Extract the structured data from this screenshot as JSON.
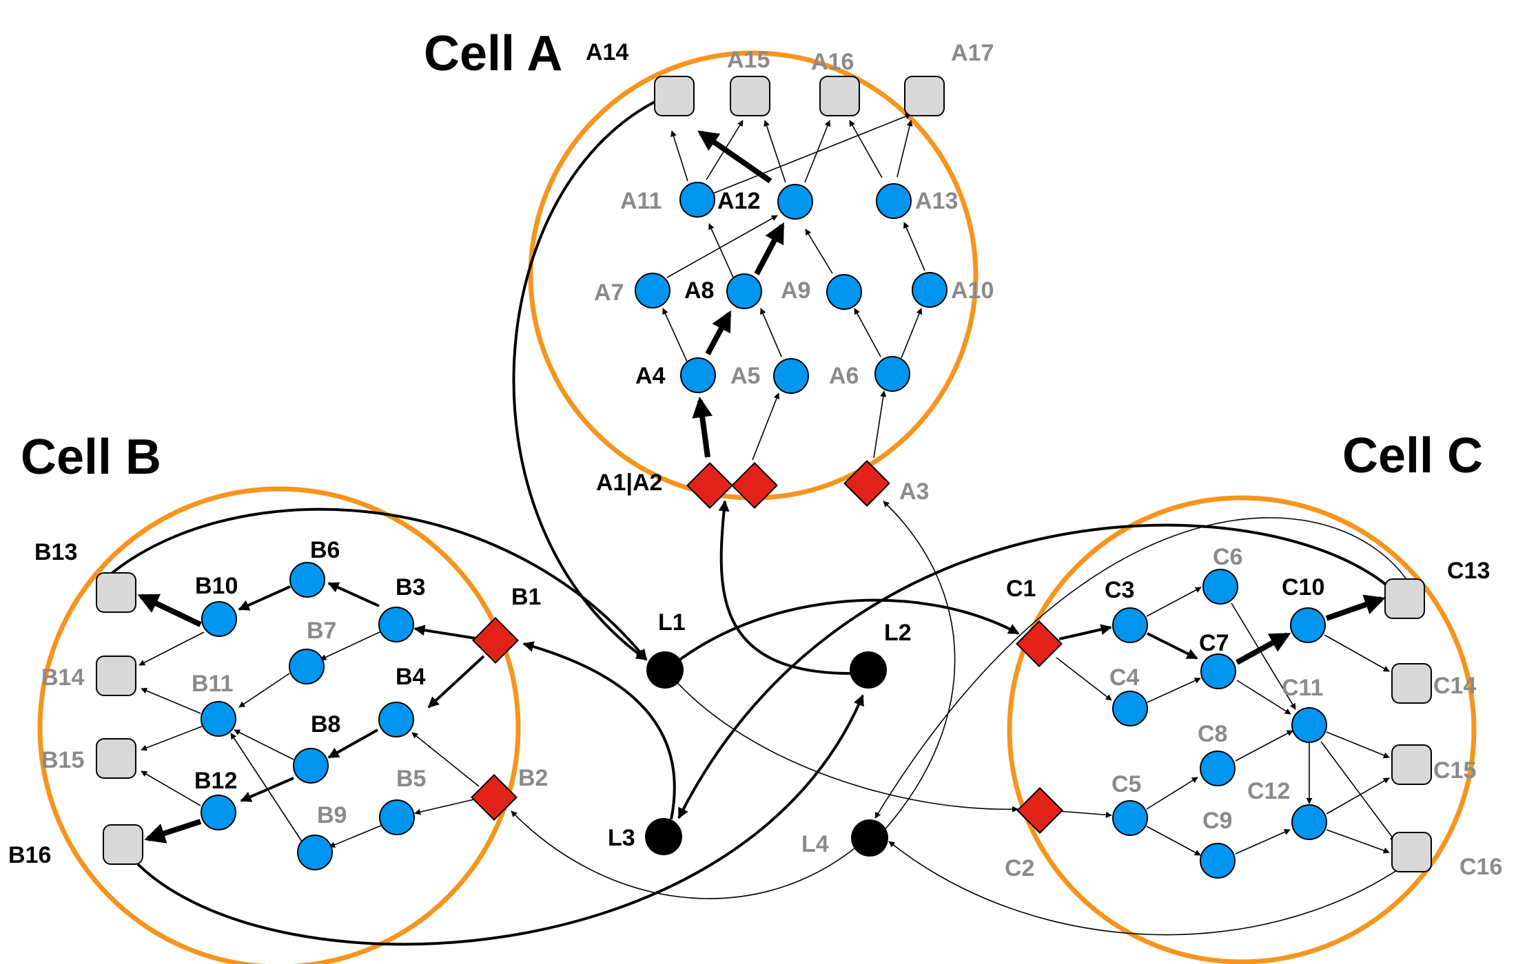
{
  "cells": {
    "a": {
      "title": "Cell A"
    },
    "b": {
      "title": "Cell B"
    },
    "c": {
      "title": "Cell C"
    }
  },
  "colors": {
    "cell_ring": "#F7941D",
    "internal_node": "#0096F0",
    "gateway_node": "#E3221A",
    "output_node": "#D8D8D8",
    "link_node": "#000000",
    "active_label": "#000000",
    "inactive_label": "#8A8A8A"
  },
  "labels": {
    "a1a2": "A1|A2",
    "a3": "A3",
    "a4": "A4",
    "a5": "A5",
    "a6": "A6",
    "a7": "A7",
    "a8": "A8",
    "a9": "A9",
    "a10": "A10",
    "a11": "A11",
    "a12": "A12",
    "a13": "A13",
    "a14": "A14",
    "a15": "A15",
    "a16": "A16",
    "a17": "A17",
    "b1": "B1",
    "b2": "B2",
    "b3": "B3",
    "b4": "B4",
    "b5": "B5",
    "b6": "B6",
    "b7": "B7",
    "b8": "B8",
    "b9": "B9",
    "b10": "B10",
    "b11": "B11",
    "b12": "B12",
    "b13": "B13",
    "b14": "B14",
    "b15": "B15",
    "b16": "B16",
    "c1": "C1",
    "c2": "C2",
    "c3": "C3",
    "c4": "C4",
    "c5": "C5",
    "c6": "C6",
    "c7": "C7",
    "c8": "C8",
    "c9": "C9",
    "c10": "C10",
    "c11": "C11",
    "c12": "C12",
    "c13": "C13",
    "c14": "C14",
    "c15": "C15",
    "c16": "C16",
    "l1": "L1",
    "l2": "L2",
    "l3": "L3",
    "l4": "L4"
  }
}
